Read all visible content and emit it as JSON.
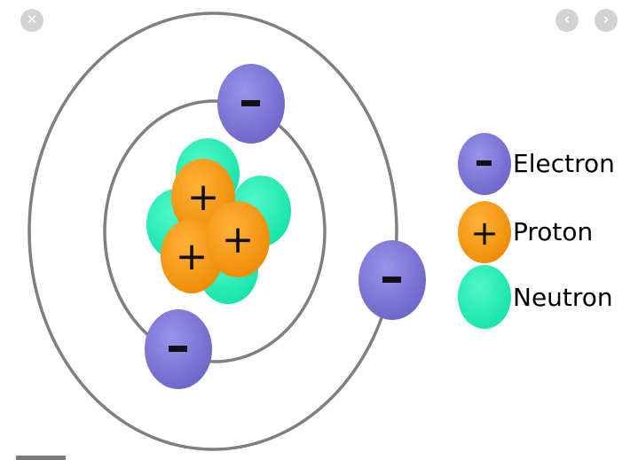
{
  "viewer": {
    "close_icon": "close-icon",
    "prev_icon": "chevron-left-icon",
    "next_icon": "chevron-right-icon",
    "close_glyph": "✕",
    "prev_glyph": "‹",
    "next_glyph": "›"
  },
  "diagram": {
    "electron_sign": "-",
    "proton_sign": "+",
    "colors": {
      "electron": "#7b74d4",
      "proton": "#f39a12",
      "neutron": "#1ff0b4",
      "orbit": "#7f7f7f"
    }
  },
  "legend": {
    "electron": "Electron",
    "proton": "Proton",
    "neutron": "Neutron"
  }
}
